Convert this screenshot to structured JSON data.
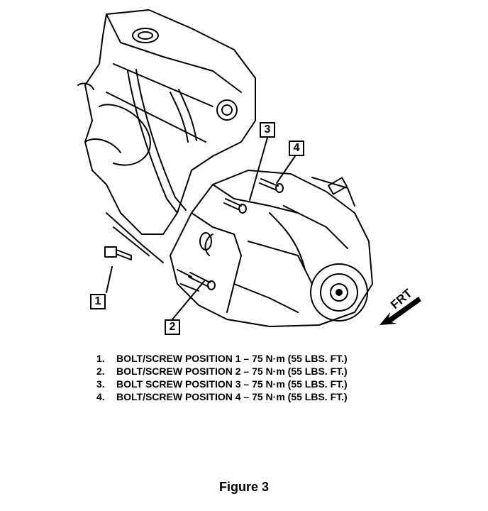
{
  "callouts": [
    {
      "id": "1",
      "label": "1"
    },
    {
      "id": "2",
      "label": "2"
    },
    {
      "id": "3",
      "label": "3"
    },
    {
      "id": "4",
      "label": "4"
    }
  ],
  "direction_label": "FRT",
  "legend": [
    {
      "num": "1.",
      "text": "BOLT/SCREW POSITION 1 – 75 N·m (55 LBS. FT.)"
    },
    {
      "num": "2.",
      "text": "BOLT/SCREW POSITION 2 – 75 N·m (55 LBS. FT.)"
    },
    {
      "num": "3.",
      "text": "BOLT SCREW POSITION 3 – 75 N·m (55 LBS. FT.)"
    },
    {
      "num": "4.",
      "text": "BOLT/SCREW POSITION 4 – 75 N·m (55 LBS. FT.)"
    }
  ],
  "caption": "Figure 3"
}
